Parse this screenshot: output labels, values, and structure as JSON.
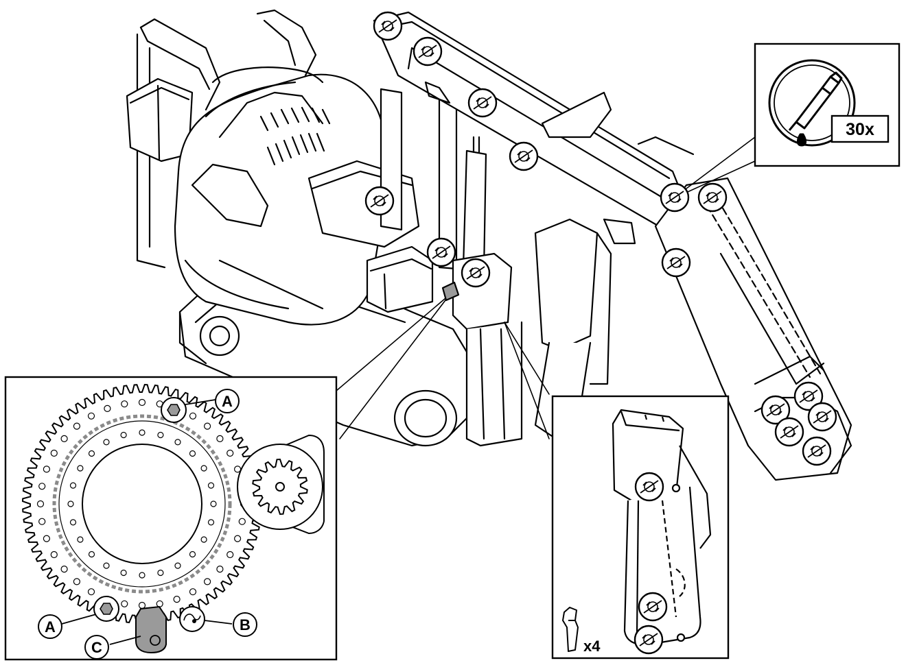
{
  "grease_inset": {
    "count_label": "30x",
    "icon": "grease-gun-icon",
    "icon_color": "#000000"
  },
  "slewing_inset": {
    "callout_a_top": "A",
    "callout_a_bottom": "A",
    "callout_b": "B",
    "callout_c": "C",
    "highlight_color": "#9a9a9a"
  },
  "outrigger_inset": {
    "count_label": "x4"
  },
  "colors": {
    "line": "#000000",
    "ring_dashed": "#8a8a8a",
    "background": "#ffffff"
  }
}
